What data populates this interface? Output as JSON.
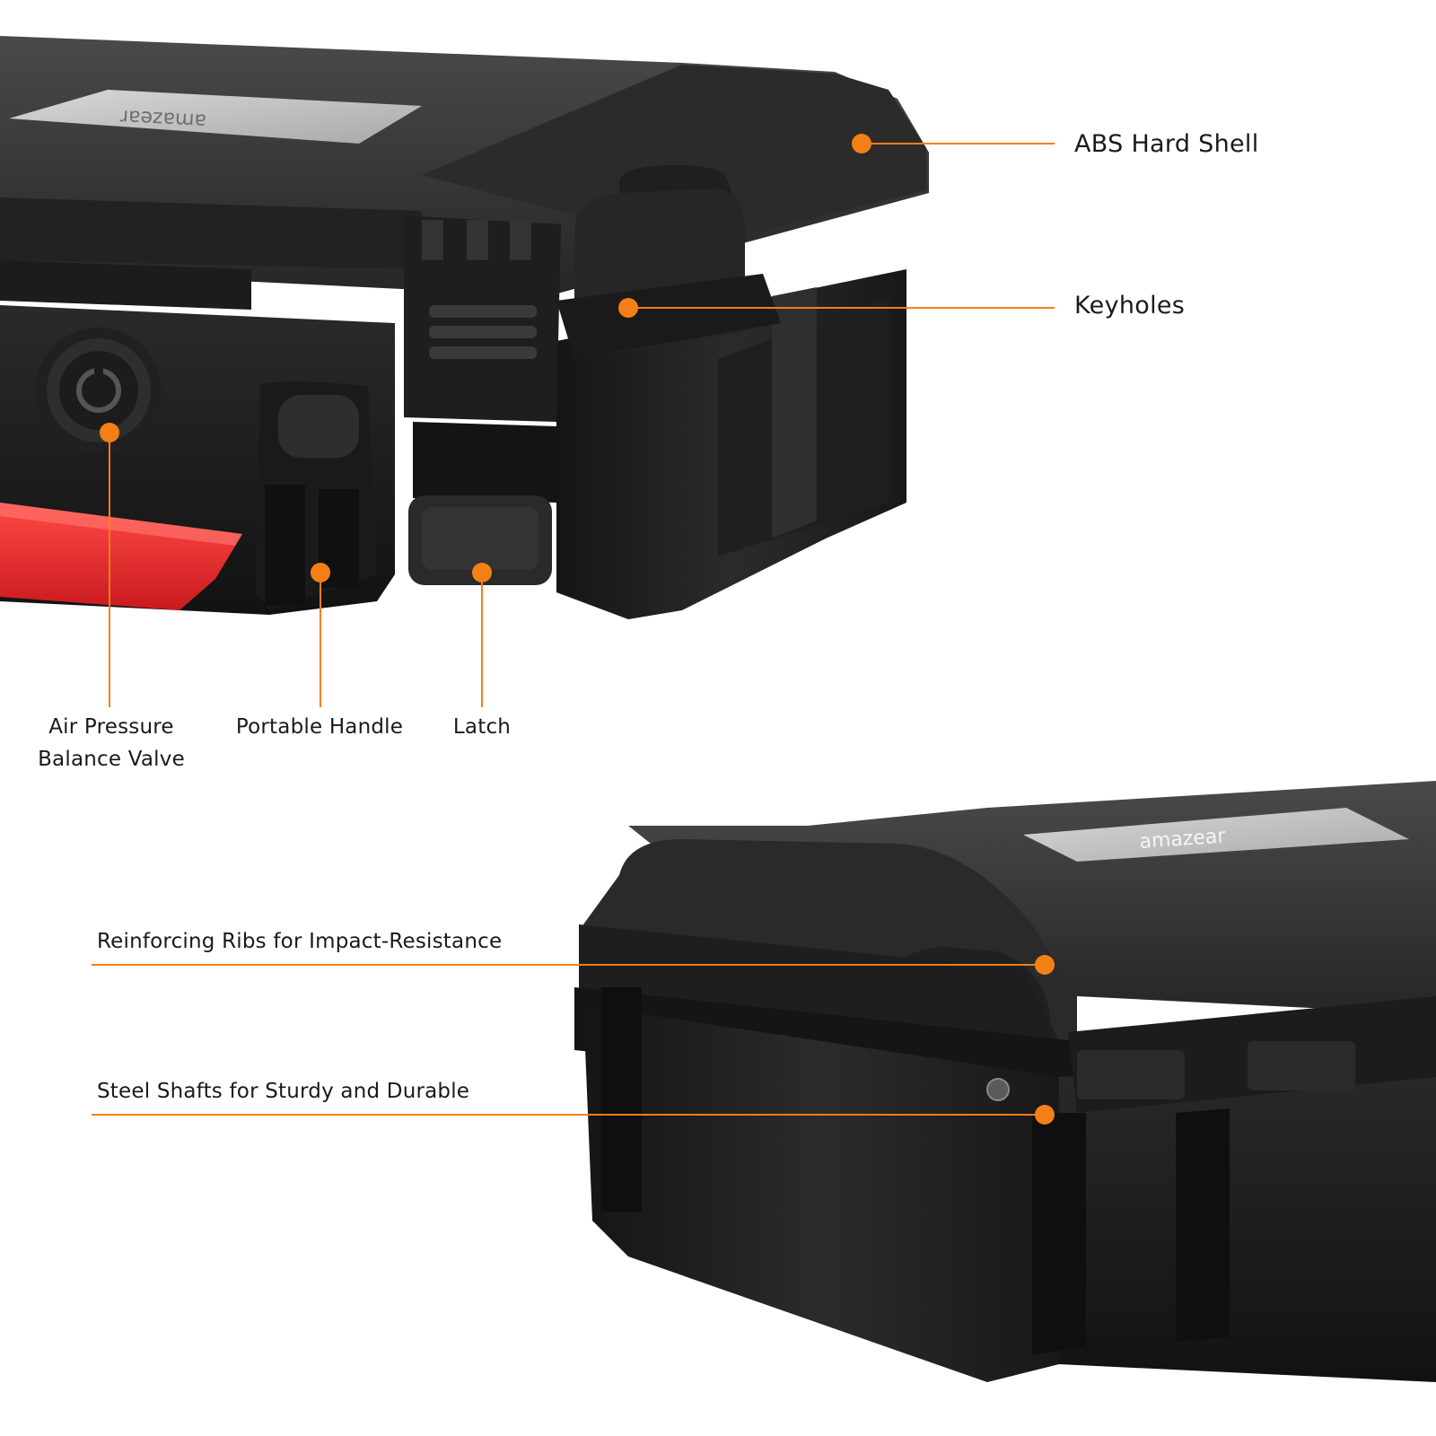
{
  "accent_color": "#f57f17",
  "brand_logo_text": "amazear",
  "callouts": {
    "abs_hard_shell": "ABS Hard Shell",
    "keyholes": "Keyholes",
    "air_pressure_valve": [
      "Air Pressure",
      "Balance Valve"
    ],
    "portable_handle": "Portable Handle",
    "latch": "Latch",
    "reinforcing_ribs": "Reinforcing Ribs for Impact-Resistance",
    "steel_shafts": "Steel Shafts for Sturdy and Durable"
  },
  "colors": {
    "case_body": "#1b1b1b",
    "case_highlight": "#3a3a3a",
    "handle_red": "#e8262b",
    "nameplate": "#c9c9c9",
    "text": "#1a1a1a"
  }
}
